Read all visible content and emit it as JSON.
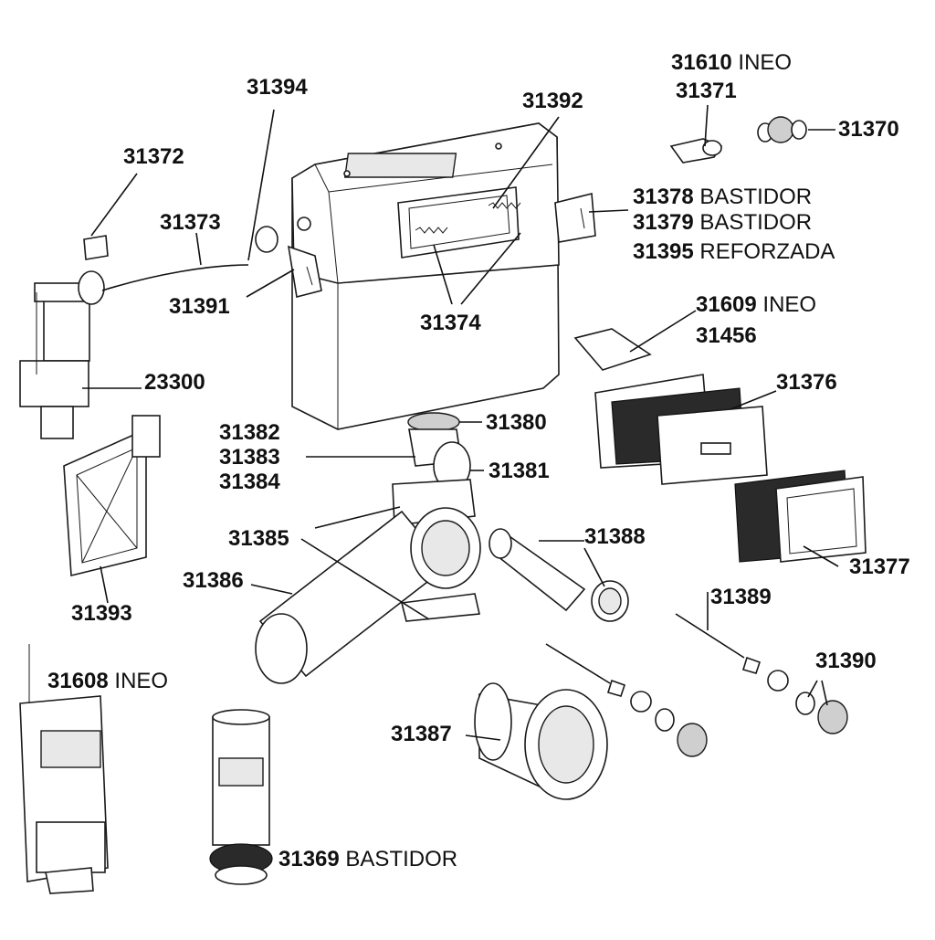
{
  "labels": {
    "l31394": {
      "num": "31394",
      "suffix": ""
    },
    "l31372": {
      "num": "31372",
      "suffix": ""
    },
    "l31373": {
      "num": "31373",
      "suffix": ""
    },
    "l31391": {
      "num": "31391",
      "suffix": ""
    },
    "l23300": {
      "num": "23300",
      "suffix": ""
    },
    "l31392": {
      "num": "31392",
      "suffix": ""
    },
    "l31374": {
      "num": "31374",
      "suffix": ""
    },
    "l31610": {
      "num": "31610",
      "suffix": " INEO"
    },
    "l31371": {
      "num": "31371",
      "suffix": ""
    },
    "l31370": {
      "num": "31370",
      "suffix": ""
    },
    "l31378": {
      "num": "31378",
      "suffix": " BASTIDOR"
    },
    "l31379": {
      "num": "31379",
      "suffix": " BASTIDOR"
    },
    "l31395": {
      "num": "31395",
      "suffix": " REFORZADA"
    },
    "l31609": {
      "num": "31609",
      "suffix": " INEO"
    },
    "l31456": {
      "num": "31456",
      "suffix": ""
    },
    "l31376": {
      "num": "31376",
      "suffix": ""
    },
    "l31380": {
      "num": "31380",
      "suffix": ""
    },
    "l31382": {
      "num": "31382",
      "suffix": ""
    },
    "l31383": {
      "num": "31383",
      "suffix": ""
    },
    "l31384": {
      "num": "31384",
      "suffix": ""
    },
    "l31381": {
      "num": "31381",
      "suffix": ""
    },
    "l31385": {
      "num": "31385",
      "suffix": ""
    },
    "l31386": {
      "num": "31386",
      "suffix": ""
    },
    "l31388": {
      "num": "31388",
      "suffix": ""
    },
    "l31377": {
      "num": "31377",
      "suffix": ""
    },
    "l31393": {
      "num": "31393",
      "suffix": ""
    },
    "l31389": {
      "num": "31389",
      "suffix": ""
    },
    "l31390": {
      "num": "31390",
      "suffix": ""
    },
    "l31608": {
      "num": "31608",
      "suffix": " INEO"
    },
    "l31387": {
      "num": "31387",
      "suffix": ""
    },
    "l31369": {
      "num": "31369",
      "suffix": " BASTIDOR"
    }
  }
}
